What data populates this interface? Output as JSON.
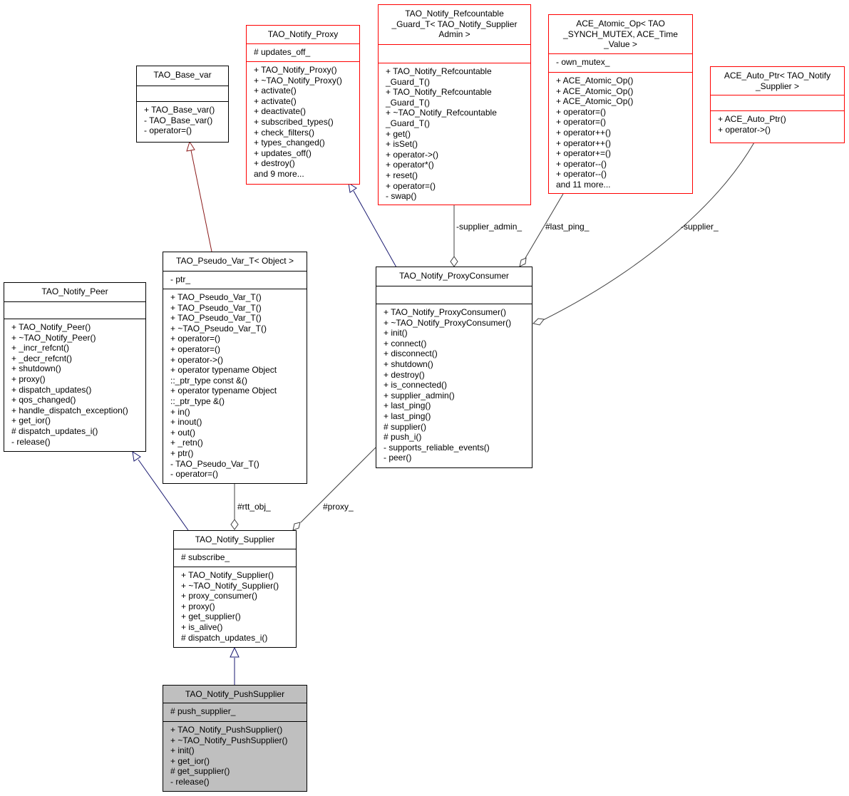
{
  "colors": {
    "inherit_public": "#191970",
    "inherit_template": "#8b1a1a",
    "usage": "#404040",
    "focus_fill": "#bfbfbf",
    "external_border": "#ff0000"
  },
  "classes": {
    "base_var": {
      "title": [
        "TAO_Base_var"
      ],
      "attributes": [],
      "methods": [
        "+ TAO_Base_var()",
        "- TAO_Base_var()",
        "- operator=()"
      ]
    },
    "notify_proxy": {
      "title": [
        "TAO_Notify_Proxy"
      ],
      "attributes": [
        "# updates_off_"
      ],
      "methods": [
        "+ TAO_Notify_Proxy()",
        "+ ~TAO_Notify_Proxy()",
        "+ activate()",
        "+ activate()",
        "+ deactivate()",
        "+ subscribed_types()",
        "+ check_filters()",
        "+ types_changed()",
        "+ updates_off()",
        "+ destroy()",
        "and 9 more..."
      ]
    },
    "refcountable_guard": {
      "title": [
        "TAO_Notify_Refcountable",
        "_Guard_T< TAO_Notify_Supplier",
        "Admin >"
      ],
      "attributes": [],
      "methods": [
        "+ TAO_Notify_Refcountable",
        "_Guard_T()",
        "+ TAO_Notify_Refcountable",
        "_Guard_T()",
        "+ ~TAO_Notify_Refcountable",
        "_Guard_T()",
        "+ get()",
        "+ isSet()",
        "+ operator->()",
        "+ operator*()",
        "+ reset()",
        "+ operator=()",
        "- swap()"
      ]
    },
    "atomic_op": {
      "title": [
        "ACE_Atomic_Op< TAO",
        "_SYNCH_MUTEX, ACE_Time",
        "_Value >"
      ],
      "attributes": [
        "- own_mutex_"
      ],
      "methods": [
        "+ ACE_Atomic_Op()",
        "+ ACE_Atomic_Op()",
        "+ ACE_Atomic_Op()",
        "+ operator=()",
        "+ operator=()",
        "+ operator++()",
        "+ operator++()",
        "+ operator+=()",
        "+ operator--()",
        "+ operator--()",
        "and 11 more..."
      ]
    },
    "auto_ptr": {
      "title": [
        "ACE_Auto_Ptr< TAO_Notify",
        "_Supplier >"
      ],
      "attributes": [],
      "methods": [
        "+ ACE_Auto_Ptr()",
        "+ operator->()"
      ]
    },
    "notify_peer": {
      "title": [
        "TAO_Notify_Peer"
      ],
      "attributes": [],
      "methods": [
        "+ TAO_Notify_Peer()",
        "+ ~TAO_Notify_Peer()",
        "+ _incr_refcnt()",
        "+ _decr_refcnt()",
        "+ shutdown()",
        "+ proxy()",
        "+ dispatch_updates()",
        "+ qos_changed()",
        "+ handle_dispatch_exception()",
        "+ get_ior()",
        "# dispatch_updates_i()",
        "- release()"
      ]
    },
    "pseudo_var": {
      "title": [
        "TAO_Pseudo_Var_T< Object >"
      ],
      "attributes": [
        "- ptr_"
      ],
      "methods": [
        "+ TAO_Pseudo_Var_T()",
        "+ TAO_Pseudo_Var_T()",
        "+ TAO_Pseudo_Var_T()",
        "+ ~TAO_Pseudo_Var_T()",
        "+ operator=()",
        "+ operator=()",
        "+ operator->()",
        "+ operator typename Object",
        "::_ptr_type const &()",
        "+ operator typename Object",
        "::_ptr_type &()",
        "+ in()",
        "+ inout()",
        "+ out()",
        "+ _retn()",
        "+ ptr()",
        "- TAO_Pseudo_Var_T()",
        "- operator=()"
      ]
    },
    "proxy_consumer": {
      "title": [
        "TAO_Notify_ProxyConsumer"
      ],
      "attributes": [],
      "methods": [
        "+ TAO_Notify_ProxyConsumer()",
        "+ ~TAO_Notify_ProxyConsumer()",
        "+ init()",
        "+ connect()",
        "+ disconnect()",
        "+ shutdown()",
        "+ destroy()",
        "+ is_connected()",
        "+ supplier_admin()",
        "+ last_ping()",
        "+ last_ping()",
        "# supplier()",
        "# push_i()",
        "- supports_reliable_events()",
        "- peer()"
      ]
    },
    "notify_supplier": {
      "title": [
        "TAO_Notify_Supplier"
      ],
      "attributes": [
        "# subscribe_"
      ],
      "methods": [
        "+ TAO_Notify_Supplier()",
        "+ ~TAO_Notify_Supplier()",
        "+ proxy_consumer()",
        "+ proxy()",
        "+ get_supplier()",
        "+ is_alive()",
        "# dispatch_updates_i()"
      ]
    },
    "push_supplier": {
      "title": [
        "TAO_Notify_PushSupplier"
      ],
      "attributes": [
        "# push_supplier_"
      ],
      "methods": [
        "+ TAO_Notify_PushSupplier()",
        "+ ~TAO_Notify_PushSupplier()",
        "+ init()",
        "+ get_ior()",
        "# get_supplier()",
        "- release()"
      ]
    }
  },
  "edge_labels": {
    "supplier_admin": "-supplier_admin_",
    "last_ping": "#last_ping_",
    "supplier": "-supplier_",
    "rtt_obj": "#rtt_obj_",
    "proxy": "#proxy_"
  }
}
